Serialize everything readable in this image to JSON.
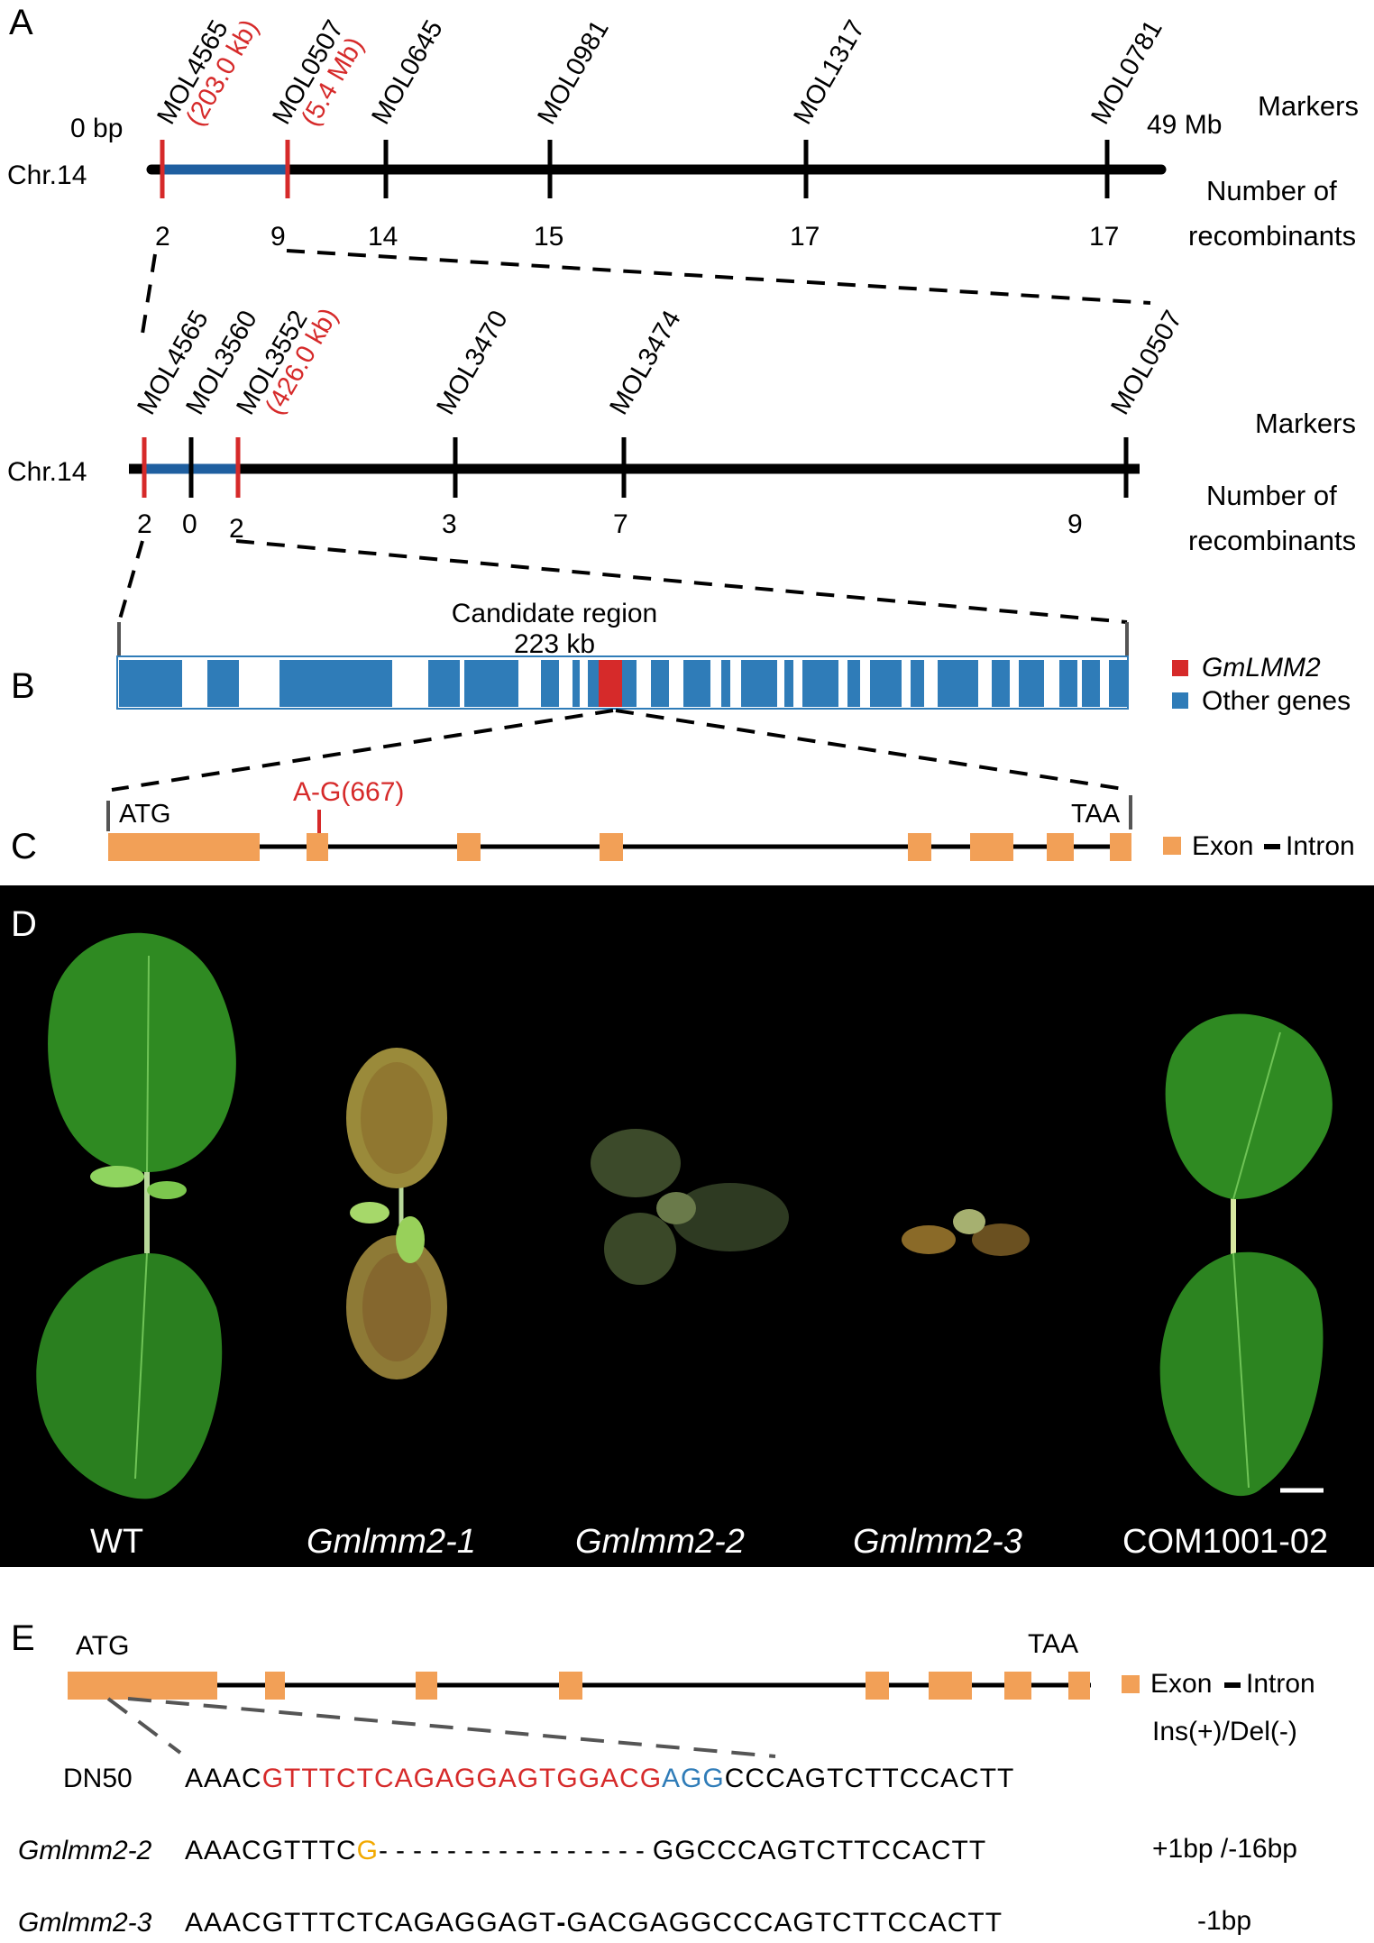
{
  "panels": {
    "A": "A",
    "B": "B",
    "C": "C",
    "D": "D",
    "E": "E"
  },
  "colors": {
    "line": "#000000",
    "red": "#d62a2a",
    "blue": "#2f7cb8",
    "orange": "#f2a057",
    "gold": "#f2a900",
    "photo_bg": "#000000"
  },
  "map_top": {
    "chr": "Chr.14",
    "start_label": "0 bp",
    "end_label": "49 Mb",
    "right_markers": "Markers",
    "right_recomb_1": "Number of",
    "right_recomb_2": "recombinants",
    "markers": [
      {
        "name": "MOL4565",
        "sub": "(203.0 kb)",
        "count": "2",
        "color": "red"
      },
      {
        "name": "MOL0507",
        "sub": "(5.4 Mb)",
        "count": "9",
        "color": "red"
      },
      {
        "name": "MOL0645",
        "sub": "",
        "count": "14",
        "color": "black"
      },
      {
        "name": "MOL0981",
        "sub": "",
        "count": "15",
        "color": "black"
      },
      {
        "name": "MOL1317",
        "sub": "",
        "count": "17",
        "color": "black"
      },
      {
        "name": "MOL0781",
        "sub": "",
        "count": "17",
        "color": "black"
      }
    ]
  },
  "map_fine": {
    "chr": "Chr.14",
    "right_markers": "Markers",
    "right_recomb_1": "Number of",
    "right_recomb_2": "recombinants",
    "markers": [
      {
        "name": "MOL4565",
        "sub": "",
        "count": "2",
        "color": "red"
      },
      {
        "name": "MOL3560",
        "sub": "",
        "count": "0",
        "color": "black"
      },
      {
        "name": "MOL3552",
        "sub": "(426.0 kb)",
        "count": "2",
        "color": "red"
      },
      {
        "name": "MOL3470",
        "sub": "",
        "count": "3",
        "color": "black"
      },
      {
        "name": "MOL3474",
        "sub": "",
        "count": "7",
        "color": "black"
      },
      {
        "name": "MOL0507",
        "sub": "",
        "count": "9",
        "color": "black"
      }
    ]
  },
  "candidate": {
    "title": "Candidate region",
    "size": "223 kb",
    "legend_gene": "GmLMM2",
    "legend_other": "Other genes"
  },
  "gene_c": {
    "start": "ATG",
    "end": "TAA",
    "snp": "A-G(667)",
    "legend_exon": "Exon",
    "legend_intron": "Intron"
  },
  "photo": {
    "labels": [
      "WT",
      "Gmlmm2-1",
      "Gmlmm2-2",
      "Gmlmm2-3",
      "COM1001-02"
    ]
  },
  "gene_e": {
    "start": "ATG",
    "end": "TAA",
    "legend_exon": "Exon",
    "legend_intron": "Intron",
    "legend_indel": "Ins(+)/Del(-)",
    "rows": [
      {
        "name": "DN50",
        "seg1": "AAAC",
        "seg2": "GTTTCTCAGAGGAGTGGACG",
        "seg3": "AGG",
        "seg4": "CCCAGTCTTCCACTT",
        "note": ""
      },
      {
        "name": "Gmlmm2-2",
        "seg1": "AAACGTTTC",
        "seg2": "G",
        "seg3": "----------------",
        "seg4": "GGCCCAGTCTTCCACTT",
        "note": "+1bp /-16bp"
      },
      {
        "name": "Gmlmm2-3",
        "seg1": "AAACGTTTCTCAGAGGAGT",
        "seg2": "-",
        "seg3": "GACGAGGCCCAGTCTTCCACTT",
        "seg4": "",
        "note": "-1bp"
      }
    ]
  }
}
